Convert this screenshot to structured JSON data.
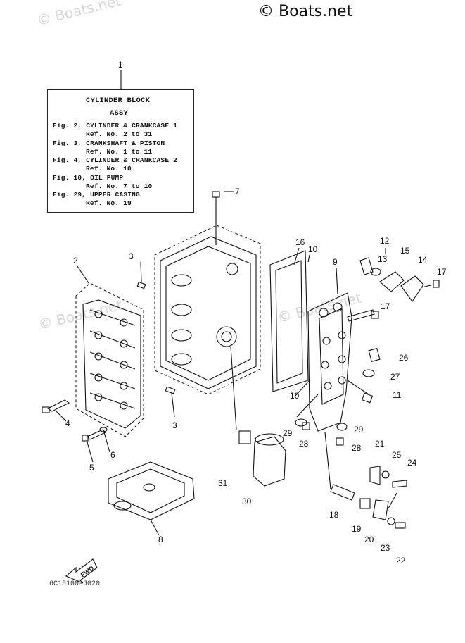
{
  "watermarks": [
    "© Boats.net",
    "© Boats.net",
    "© Boats.net"
  ],
  "credit": "© Boats.net",
  "title_box": {
    "callout": "1",
    "lines": [
      "CYLINDER BLOCK",
      "ASSY",
      "Fig. 2, CYLINDER & CRANKCASE 1",
      "Ref. No. 2 to 31",
      "Fig. 3, CRANKSHAFT & PISTON",
      "Ref. No. 1 to 11",
      "Fig. 4, CYLINDER & CRANKCASE 2",
      "Ref. No. 10",
      "Fig. 10, OIL PUMP",
      "Ref. No. 7 to 10",
      "Fig. 29, UPPER CASING",
      "Ref. No. 19"
    ]
  },
  "fwd_label": "FWD",
  "diagram_code": "6C15100-J020",
  "callouts": [
    "2",
    "3",
    "3",
    "4",
    "5",
    "6",
    "7",
    "8",
    "9",
    "10",
    "10",
    "11",
    "12",
    "13",
    "14",
    "15",
    "16",
    "17",
    "17",
    "18",
    "19",
    "20",
    "21",
    "22",
    "23",
    "24",
    "25",
    "26",
    "27",
    "28",
    "28",
    "29",
    "29",
    "30",
    "31"
  ]
}
